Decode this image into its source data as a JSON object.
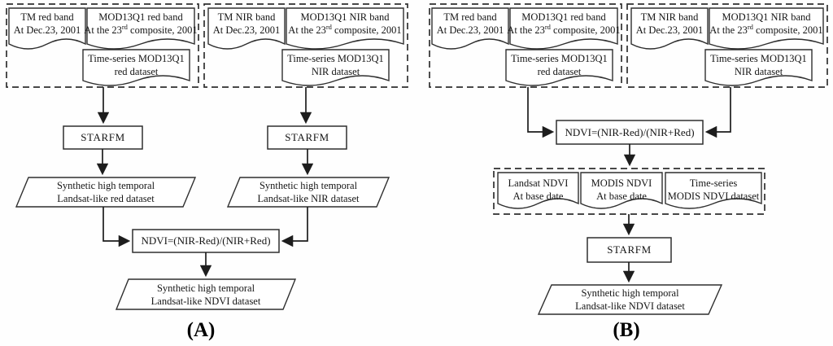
{
  "panel_a": {
    "label": "(A)",
    "inputs_red": {
      "tm": {
        "line1": "TM red band",
        "line2": "At Dec.23, 2001"
      },
      "mod": {
        "line1": "MOD13Q1 red band",
        "line2_pre": "At the 23",
        "line2_sup": "rd",
        "line2_post": " composite, 2001"
      },
      "ts": {
        "line1": "Time-series MOD13Q1",
        "line2": "red dataset"
      }
    },
    "inputs_nir": {
      "tm": {
        "line1": "TM NIR band",
        "line2": "At Dec.23, 2001"
      },
      "mod": {
        "line1": "MOD13Q1 NIR band",
        "line2_pre": "At the 23",
        "line2_sup": "rd",
        "line2_post": " composite, 2001"
      },
      "ts": {
        "line1": "Time-series MOD13Q1",
        "line2": "NIR dataset"
      }
    },
    "starfm_red": "STARFM",
    "starfm_nir": "STARFM",
    "synthetic_red": {
      "line1": "Synthetic high temporal",
      "line2": "Landsat-like red dataset"
    },
    "synthetic_nir": {
      "line1": "Synthetic high temporal",
      "line2": "Landsat-like NIR dataset"
    },
    "ndvi_formula": "NDVI=(NIR-Red)/(NIR+Red)",
    "output": {
      "line1": "Synthetic high temporal",
      "line2": "Landsat-like NDVI dataset"
    }
  },
  "panel_b": {
    "label": "(B)",
    "inputs_red": {
      "tm": {
        "line1": "TM red band",
        "line2": "At Dec.23, 2001"
      },
      "mod": {
        "line1": "MOD13Q1 red band",
        "line2_pre": "At the 23",
        "line2_sup": "rd",
        "line2_post": " composite, 2001"
      },
      "ts": {
        "line1": "Time-series MOD13Q1",
        "line2": "red dataset"
      }
    },
    "inputs_nir": {
      "tm": {
        "line1": "TM NIR band",
        "line2": "At Dec.23, 2001"
      },
      "mod": {
        "line1": "MOD13Q1 NIR band",
        "line2_pre": "At the 23",
        "line2_sup": "rd",
        "line2_post": " composite, 2001"
      },
      "ts": {
        "line1": "Time-series MOD13Q1",
        "line2": "NIR dataset"
      }
    },
    "ndvi_formula": "NDVI=(NIR-Red)/(NIR+Red)",
    "ndvi_products": {
      "landsat": {
        "line1": "Landsat NDVI",
        "line2": "At base date"
      },
      "modis": {
        "line1": "MODIS NDVI",
        "line2": "At base date"
      },
      "ts": {
        "line1": "Time-series",
        "line2": "MODIS NDVI dataset"
      }
    },
    "starfm": "STARFM",
    "output": {
      "line1": "Synthetic high temporal",
      "line2": "Landsat-like NDVI dataset"
    }
  },
  "colors": {
    "stroke": "#2f2f2f",
    "arrow": "#1d1d1d",
    "background": "#fefefe"
  }
}
